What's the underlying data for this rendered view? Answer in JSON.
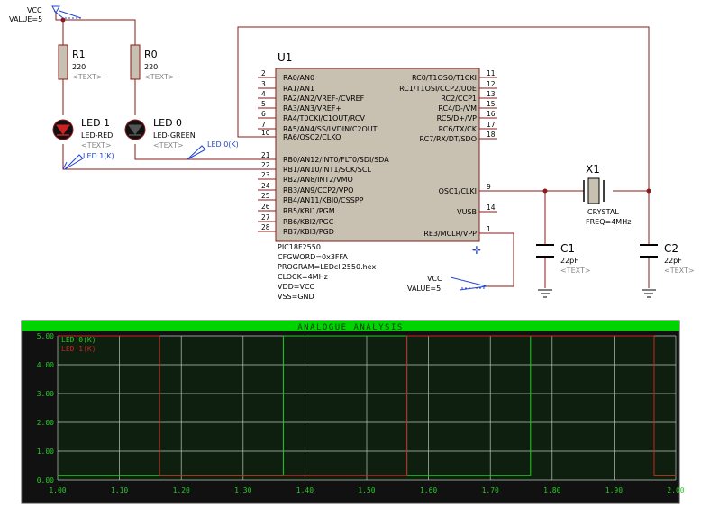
{
  "schematic": {
    "vcc_top": {
      "label": "VCC",
      "value": "VALUE=5"
    },
    "vcc_mclr": {
      "label": "VCC",
      "value": "VALUE=5"
    },
    "resistors": [
      {
        "ref": "R1",
        "value": "220",
        "text": "<TEXT>"
      },
      {
        "ref": "R0",
        "value": "220",
        "text": "<TEXT>"
      }
    ],
    "leds": [
      {
        "ref": "LED 1",
        "type": "LED-RED",
        "text": "<TEXT>",
        "probe": "LED 1(K)"
      },
      {
        "ref": "LED 0",
        "type": "LED-GREEN",
        "text": "<TEXT>",
        "probe": "LED 0(K)"
      }
    ],
    "chip": {
      "ref": "U1",
      "left_pins": [
        {
          "num": "2",
          "name": "RA0/AN0"
        },
        {
          "num": "3",
          "name": "RA1/AN1"
        },
        {
          "num": "4",
          "name": "RA2/AN2/VREF-/CVREF"
        },
        {
          "num": "5",
          "name": "RA3/AN3/VREF+"
        },
        {
          "num": "6",
          "name": "RA4/T0CKI/C1OUT/RCV"
        },
        {
          "num": "7",
          "name": "RA5/AN4/SS/LVDIN/C2OUT"
        },
        {
          "num": "10",
          "name": "RA6/OSC2/CLKO"
        },
        {
          "num": "21",
          "name": "RB0/AN12/INT0/FLT0/SDI/SDA"
        },
        {
          "num": "22",
          "name": "RB1/AN10/INT1/SCK/SCL"
        },
        {
          "num": "23",
          "name": "RB2/AN8/INT2/VMO"
        },
        {
          "num": "24",
          "name": "RB3/AN9/CCP2/VPO"
        },
        {
          "num": "25",
          "name": "RB4/AN11/KBI0/CSSPP"
        },
        {
          "num": "26",
          "name": "RB5/KBI1/PGM"
        },
        {
          "num": "27",
          "name": "RB6/KBI2/PGC"
        },
        {
          "num": "28",
          "name": "RB7/KBI3/PGD"
        }
      ],
      "right_pins": [
        {
          "num": "11",
          "name": "RC0/T1OSO/T1CKI"
        },
        {
          "num": "12",
          "name": "RC1/T1OSI/CCP2/UOE"
        },
        {
          "num": "13",
          "name": "RC2/CCP1"
        },
        {
          "num": "15",
          "name": "RC4/D-/VM"
        },
        {
          "num": "16",
          "name": "RC5/D+/VP"
        },
        {
          "num": "17",
          "name": "RC6/TX/CK"
        },
        {
          "num": "18",
          "name": "RC7/RX/DT/SDO"
        },
        {
          "num": "9",
          "name": "OSC1/CLKI"
        },
        {
          "num": "14",
          "name": "VUSB"
        },
        {
          "num": "1",
          "name": "RE3/MCLR/VPP"
        }
      ],
      "props": [
        "PIC18F2550",
        "CFGWORD=0x3FFA",
        "PROGRAM=LEDcli2550.hex",
        "CLOCK=4MHz",
        "VDD=VCC",
        "VSS=GND"
      ]
    },
    "crystal": {
      "ref": "X1",
      "type": "CRYSTAL",
      "freq": "FREQ=4MHz"
    },
    "caps": [
      {
        "ref": "C1",
        "value": "22pF",
        "text": "<TEXT>"
      },
      {
        "ref": "C2",
        "value": "22pF",
        "text": "<TEXT>"
      }
    ],
    "colors": {
      "wire": "#8b1a1a",
      "body": "#c8c0b0",
      "probe": "#2244cc"
    }
  },
  "chart_data": {
    "type": "line",
    "title": "ANALOGUE ANALYSIS",
    "xlim": [
      1.0,
      2.0
    ],
    "ylim": [
      0,
      5
    ],
    "x_ticks": [
      "1.00",
      "1.10",
      "1.20",
      "1.30",
      "1.40",
      "1.50",
      "1.60",
      "1.70",
      "1.80",
      "1.90",
      "2.00"
    ],
    "y_ticks": [
      "0.00",
      "1.00",
      "2.00",
      "3.00",
      "4.00",
      "5.00"
    ],
    "grid": true,
    "legend": "top-left",
    "series": [
      {
        "name": "LED 0(K)",
        "color": "#22cc22",
        "x": [
          1.0,
          1.365,
          1.365,
          1.565,
          1.565,
          1.765,
          1.765,
          1.965,
          1.965,
          2.0
        ],
        "y": [
          0.15,
          0.15,
          5.0,
          5.0,
          0.15,
          0.15,
          5.0,
          5.0,
          0.15,
          0.15
        ]
      },
      {
        "name": "LED 1(K)",
        "color": "#cc2222",
        "x": [
          1.0,
          1.165,
          1.165,
          1.565,
          1.565,
          1.965,
          1.965,
          2.0
        ],
        "y": [
          5.0,
          5.0,
          0.15,
          0.15,
          5.0,
          5.0,
          0.15,
          0.15
        ]
      }
    ]
  }
}
